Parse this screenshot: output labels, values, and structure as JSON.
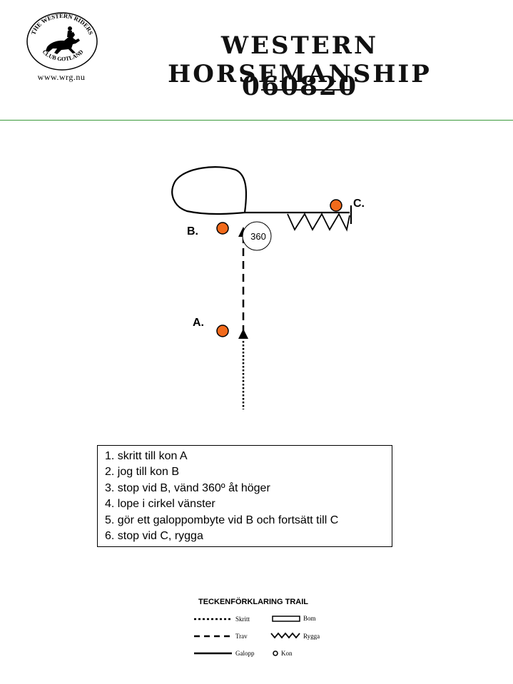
{
  "header": {
    "title": "WESTERN HORSEMANSHIP",
    "date": "060820",
    "logo_top_text": "THE WESTERN RIDERS",
    "logo_bottom_text": "CLUB GOTLAND",
    "url": "www.wrg.nu"
  },
  "pattern": {
    "cones": [
      {
        "id": "A",
        "label": "A."
      },
      {
        "id": "B",
        "label": "B."
      },
      {
        "id": "C",
        "label": "C."
      }
    ],
    "spin_marker": "360"
  },
  "instructions": [
    "1. skritt till kon A",
    "2. jog till kon B",
    "3. stop vid B, vänd 360º åt  höger",
    "4. lope i cirkel vänster",
    "5. gör ett galoppombyte vid B  och fortsätt till C",
    "6. stop vid C, rygga"
  ],
  "legend": {
    "title": "TECKENFÖRKLARING TRAIL",
    "items": [
      {
        "key": "walk",
        "label": "Skritt"
      },
      {
        "key": "trot",
        "label": "Trav"
      },
      {
        "key": "lope",
        "label": "Galopp"
      },
      {
        "key": "pole",
        "label": "Bom"
      },
      {
        "key": "backup",
        "label": "Rygga"
      },
      {
        "key": "cone",
        "label": "Kon"
      }
    ]
  },
  "colors": {
    "cone_fill": "#f26a1b",
    "header_rule": "#3a9a3a",
    "ink": "#000000"
  }
}
